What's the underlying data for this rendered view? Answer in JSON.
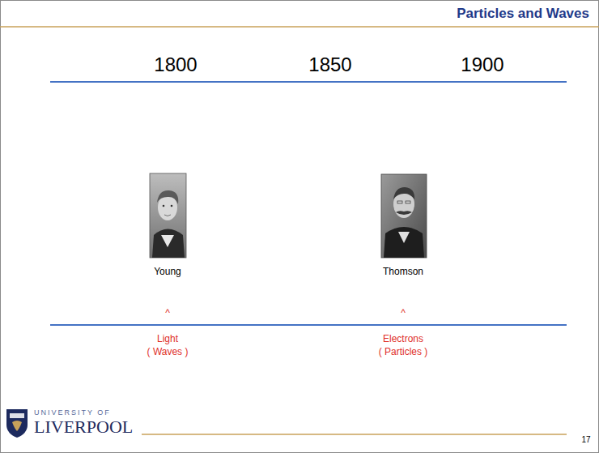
{
  "diagram": {
    "title": "Particles and Waves",
    "labels": [
      "1800",
      "1850",
      "1900",
      "Young",
      "Thomson",
      "^",
      "^",
      "Light",
      "Electrons",
      "( Waves )",
      "( Particles )",
      "UNIVERSITY OF",
      "LIVERPOOL",
      "17"
    ]
  }
}
